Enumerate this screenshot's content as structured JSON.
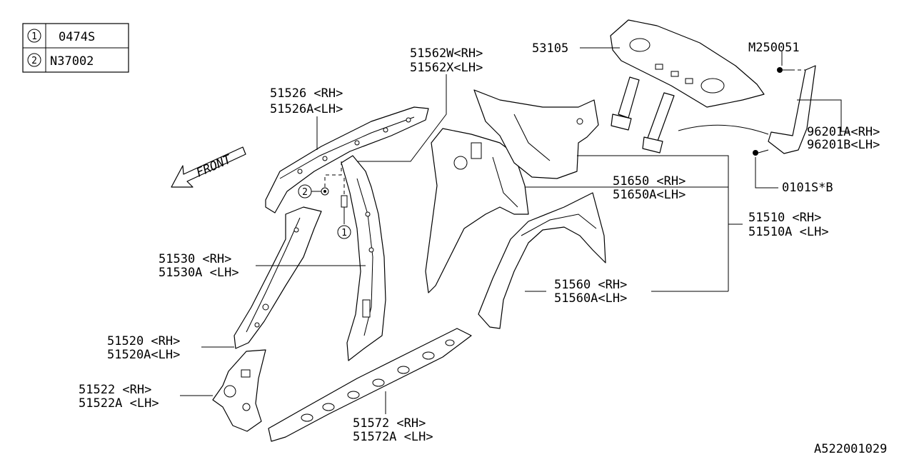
{
  "legend": [
    {
      "key": "1",
      "code": "0474S"
    },
    {
      "key": "2",
      "code": "N37002"
    }
  ],
  "front_label": "FRONT",
  "callouts": {
    "p51526": [
      "51526  <RH>",
      "51526A<LH>"
    ],
    "p51562": [
      "51562W<RH>",
      "51562X<LH>"
    ],
    "p53105": [
      "53105"
    ],
    "pM250051": [
      "M250051"
    ],
    "p96201": [
      "96201A<RH>",
      "96201B<LH>"
    ],
    "p0101S": [
      "0101S*B"
    ],
    "p51650": [
      "51650 <RH>",
      "51650A<LH>"
    ],
    "p51510": [
      "51510  <RH>",
      "51510A <LH>"
    ],
    "p51530": [
      "51530  <RH>",
      "51530A <LH>"
    ],
    "p51560": [
      "51560 <RH>",
      "51560A<LH>"
    ],
    "p51520": [
      "51520  <RH>",
      "51520A<LH>"
    ],
    "p51522": [
      "51522  <RH>",
      "51522A <LH>"
    ],
    "p51572": [
      "51572  <RH>",
      "51572A <LH>"
    ]
  },
  "fastener_markers": {
    "marker_2": "2",
    "marker_1": "1"
  },
  "diagram_id": "A522001029"
}
